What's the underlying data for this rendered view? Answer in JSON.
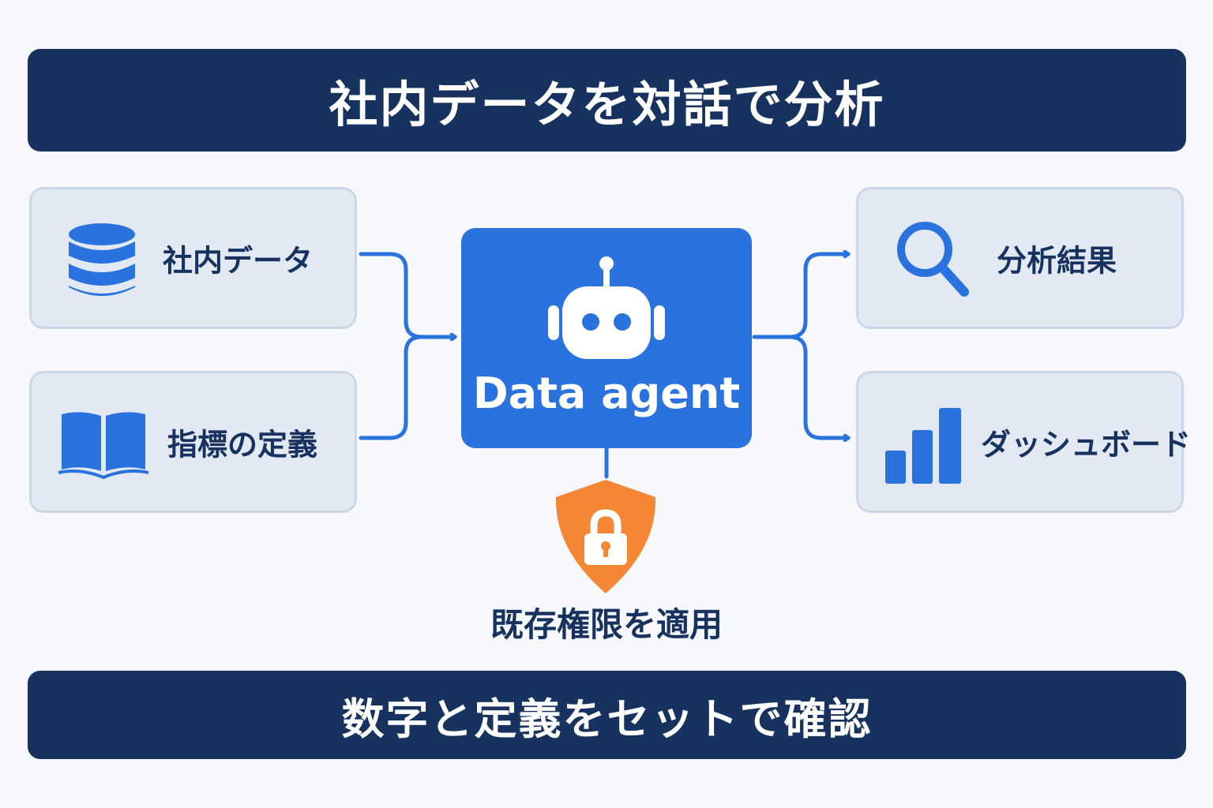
{
  "title": "社内データを対話で分析",
  "inputs": [
    {
      "label": "社内データ",
      "icon": "database-icon"
    },
    {
      "label": "指標の定義",
      "icon": "book-icon"
    }
  ],
  "agent": {
    "label": "Data agent",
    "icon": "robot-icon"
  },
  "outputs": [
    {
      "label": "分析結果",
      "icon": "search-icon"
    },
    {
      "label": "ダッシュボード",
      "icon": "bar-chart-icon"
    }
  ],
  "security": {
    "label": "既存権限を適用",
    "icon": "shield-lock-icon"
  },
  "footer": "数字と定義をセットで確認",
  "colors": {
    "navy": "#17325f",
    "accent_blue": "#2a73de",
    "card_bg": "#e3e9f3",
    "shield_orange": "#f58634"
  }
}
